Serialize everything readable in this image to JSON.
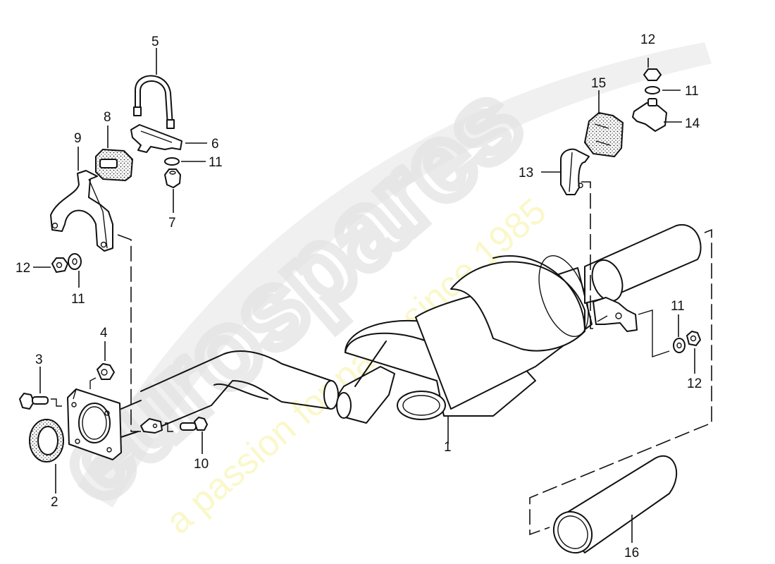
{
  "diagram": {
    "subject": "Exhaust system exploded parts diagram",
    "watermark": {
      "brand": "eurospares",
      "tagline": "a passion for parts since 1985",
      "brand_color": "#e2e2e2",
      "tagline_color": "#f6f3a0"
    },
    "line_color": "#111111",
    "background": "#ffffff"
  },
  "callouts": [
    {
      "id": "c1",
      "label": "1",
      "part": "main muffler / silencer assembly"
    },
    {
      "id": "c2",
      "label": "2",
      "part": "sealing ring (gasket)"
    },
    {
      "id": "c3",
      "label": "3",
      "part": "hex bolt"
    },
    {
      "id": "c4",
      "label": "4",
      "part": "hex nut"
    },
    {
      "id": "c5",
      "label": "5",
      "part": "U-bolt"
    },
    {
      "id": "c6",
      "label": "6",
      "part": "clamp plate"
    },
    {
      "id": "c7",
      "label": "7",
      "part": "cap nut"
    },
    {
      "id": "c8",
      "label": "8",
      "part": "rubber mount"
    },
    {
      "id": "c9",
      "label": "9",
      "part": "bracket (fork)"
    },
    {
      "id": "c10",
      "label": "10",
      "part": "hex bolt"
    },
    {
      "id": "c11a",
      "label": "11",
      "part": "washer (at clamp plate)"
    },
    {
      "id": "c11b",
      "label": "11",
      "part": "washer (at bracket)"
    },
    {
      "id": "c11c",
      "label": "11",
      "part": "washer (top right)"
    },
    {
      "id": "c11d",
      "label": "11",
      "part": "washer (rear tab)"
    },
    {
      "id": "c12a",
      "label": "12",
      "part": "nut (at bracket)"
    },
    {
      "id": "c12b",
      "label": "12",
      "part": "nut (top right)"
    },
    {
      "id": "c12c",
      "label": "12",
      "part": "nut (rear tab)"
    },
    {
      "id": "c13",
      "label": "13",
      "part": "retaining strap"
    },
    {
      "id": "c14",
      "label": "14",
      "part": "holder with stud"
    },
    {
      "id": "c15",
      "label": "15",
      "part": "rubber buffer"
    },
    {
      "id": "c16",
      "label": "16",
      "part": "tailpipe trim"
    }
  ]
}
